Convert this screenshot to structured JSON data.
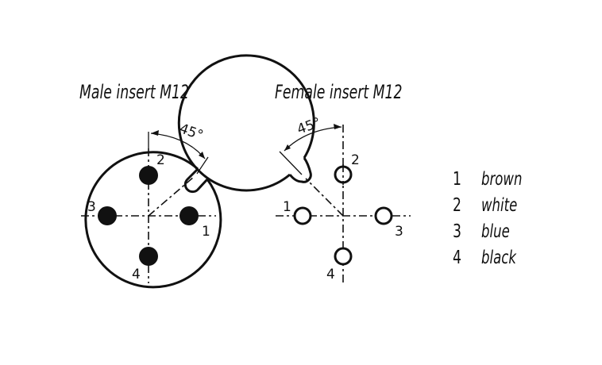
{
  "male": {
    "title": "Male insert M12",
    "angle": "45°",
    "pins": [
      "1",
      "2",
      "3",
      "4"
    ]
  },
  "female": {
    "title": "Female insert M12",
    "angle": "45°",
    "pins": [
      "1",
      "2",
      "3",
      "4"
    ]
  },
  "legend": [
    {
      "num": "1",
      "color": "brown"
    },
    {
      "num": "2",
      "color": "white"
    },
    {
      "num": "3",
      "color": "blue"
    },
    {
      "num": "4",
      "color": "black"
    }
  ]
}
